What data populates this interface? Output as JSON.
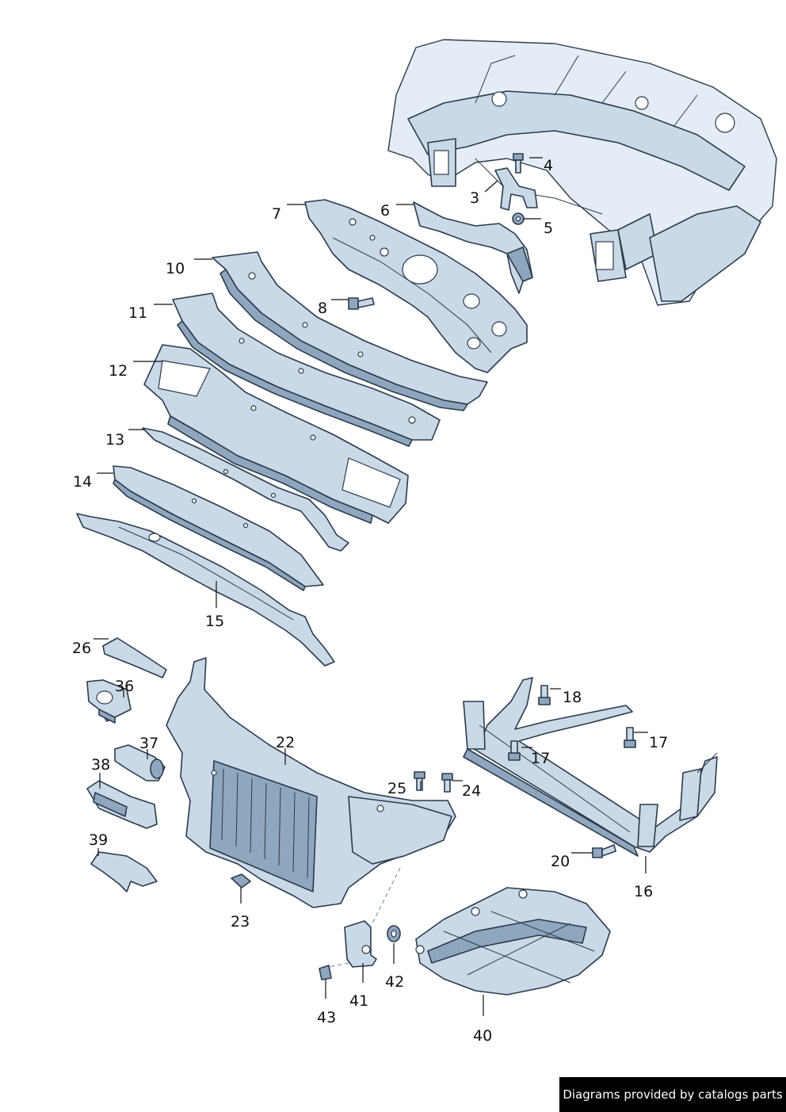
{
  "callouts": {
    "c3": "3",
    "c4": "4",
    "c5": "5",
    "c6": "6",
    "c7": "7",
    "c8": "8",
    "c10": "10",
    "c11": "11",
    "c12": "12",
    "c13": "13",
    "c14": "14",
    "c15": "15",
    "c16": "16",
    "c17a": "17",
    "c17b": "17",
    "c18": "18",
    "c20": "20",
    "c22": "22",
    "c23": "23",
    "c24": "24",
    "c25": "25",
    "c26": "26",
    "c36": "36",
    "c37": "37",
    "c38": "38",
    "c39": "39",
    "c40": "40",
    "c41": "41",
    "c42": "42",
    "c43": "43"
  },
  "watermark": "Diagrams provided by catalogs parts",
  "colors": {
    "part_fill": "#c9d9e8",
    "part_shadow": "#8ea7bf",
    "outline": "#2c3a4a",
    "watermark_bg": "#000000"
  }
}
